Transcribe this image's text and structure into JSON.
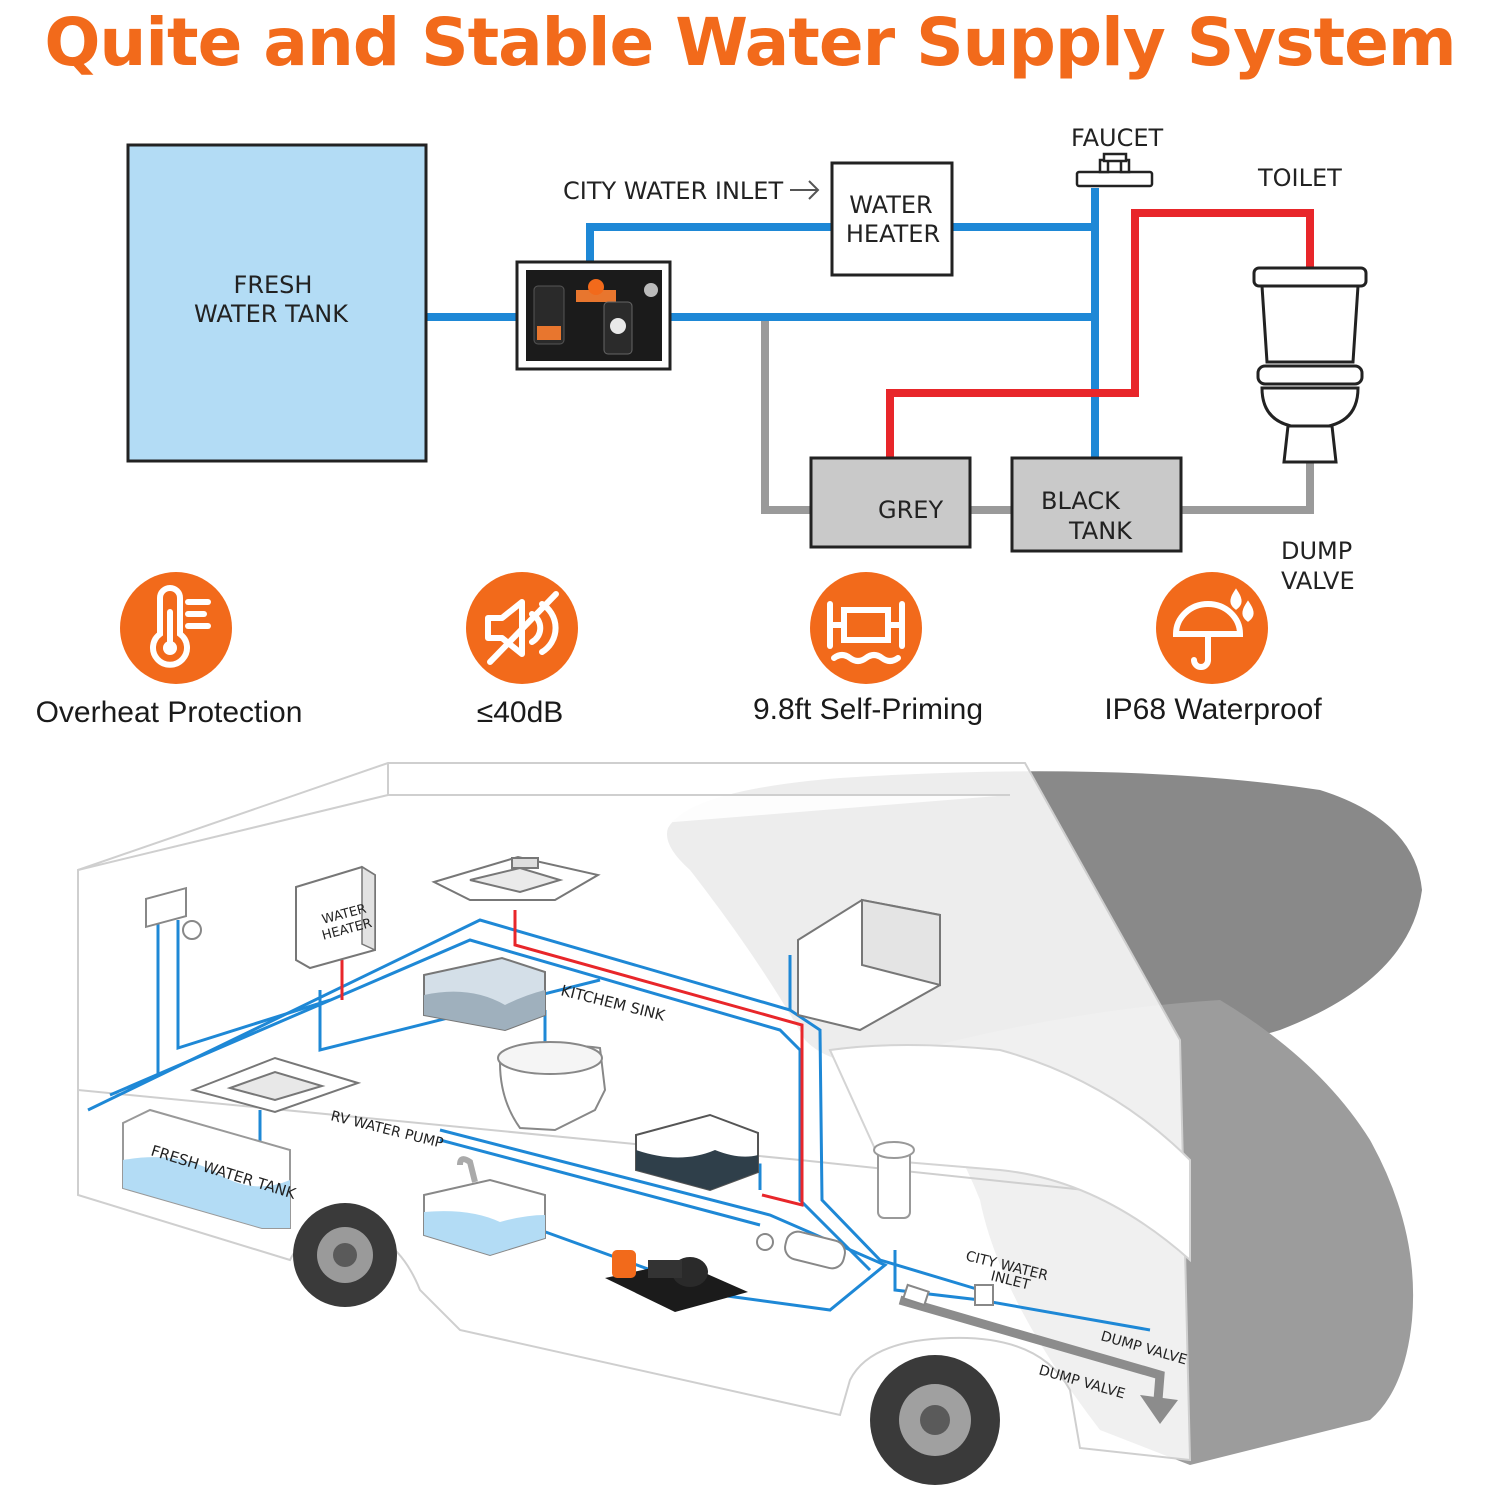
{
  "title": "Quite and Stable Water Supply System",
  "schematic": {
    "fresh_water_tank": [
      "FRESH",
      "WATER TANK"
    ],
    "city_water_inlet": "CITY WATER INLET",
    "water_heater": [
      "WATER",
      "HEATER"
    ],
    "faucet": "FAUCET",
    "toilet": "TOILET",
    "grey_tank": "GREY",
    "black_tank": [
      "BLACK",
      "TANK"
    ],
    "dump_valve": [
      "DUMP",
      "VALVE"
    ]
  },
  "features": [
    {
      "label": "Overheat Protection",
      "icon": "thermometer-icon"
    },
    {
      "label": "≤40dB",
      "icon": "mute-sound-icon"
    },
    {
      "label": "9.8ft Self-Priming",
      "icon": "pump-water-icon"
    },
    {
      "label": "IP68 Waterproof",
      "icon": "umbrella-rain-icon"
    }
  ],
  "rv_diagram": {
    "water_heater": [
      "WATER",
      "HEATER"
    ],
    "kitchen_sink": "KITCHEM SINK",
    "rv_water_pump": "RV WATER PUMP",
    "fresh_water_tank": "FRESH WATER TANK",
    "city_water_inlet": [
      "CITY WATER",
      "INLET"
    ],
    "dump_valve_1": "DUMP VALVE",
    "dump_valve_2": "DUMP VALVE"
  },
  "colors": {
    "accent": "#f26a1b",
    "cold_water": "#1e88d6",
    "hot_water": "#e8262a",
    "waste": "#9a9a9a",
    "tank_fill": "#b3dcf5"
  }
}
